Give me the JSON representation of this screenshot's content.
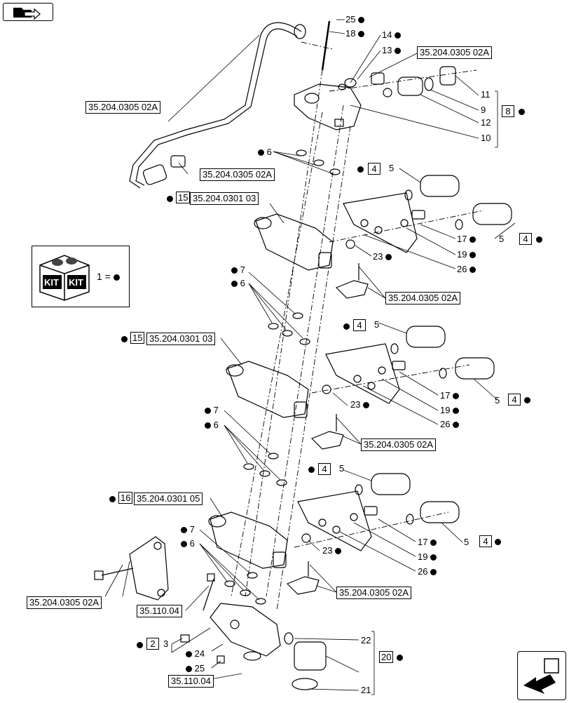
{
  "refs": {
    "r1": "35.204.0305 02A",
    "r2": "35.204.0305 02A",
    "r3": "35.204.0305 02A",
    "r4": "35.204.0301 03",
    "r5": "35.204.0305 02A",
    "r6": "35.204.0301 03",
    "r7": "35.204.0305 02A",
    "r8": "35.204.0301 05",
    "r9": "35.204.0305 02A",
    "r10": "35.204.0305 02A",
    "r11": "35.110.04",
    "r12": "35.110.04"
  },
  "labels": {
    "n25a": "25",
    "n18": "18",
    "n14": "14",
    "n13": "13",
    "n11": "11",
    "n9": "9",
    "n12": "12",
    "n10": "10",
    "n8": "8",
    "n6a": "6",
    "n4a": "4",
    "n5a": "5",
    "n15a": "15",
    "n17a": "17",
    "n19a": "19",
    "n26a": "26",
    "n23a": "23",
    "n5b": "5",
    "n4b": "4",
    "n7a": "7",
    "n6b": "6",
    "n15b": "15",
    "n4c": "4",
    "n5c": "5",
    "n17b": "17",
    "n19b": "19",
    "n26b": "26",
    "n23b": "23",
    "n5d": "5",
    "n4d": "4",
    "n7b": "7",
    "n6c": "6",
    "n16": "16",
    "n4e": "4",
    "n5e": "5",
    "n17c": "17",
    "n19c": "19",
    "n26c": "26",
    "n23c": "23",
    "n5f": "5",
    "n4f": "4",
    "n7c": "7",
    "n6d": "6",
    "n2": "2",
    "n3": "3",
    "n24": "24",
    "n25b": "25",
    "n22": "22",
    "n21": "21",
    "n20": "20"
  },
  "kit": {
    "word1": "KIT",
    "word2": "KIT",
    "legend": "1 ="
  },
  "icons": {
    "top_nav": "folder-arrow-icon",
    "bottom_nav": "next-page-arrow-icon"
  }
}
